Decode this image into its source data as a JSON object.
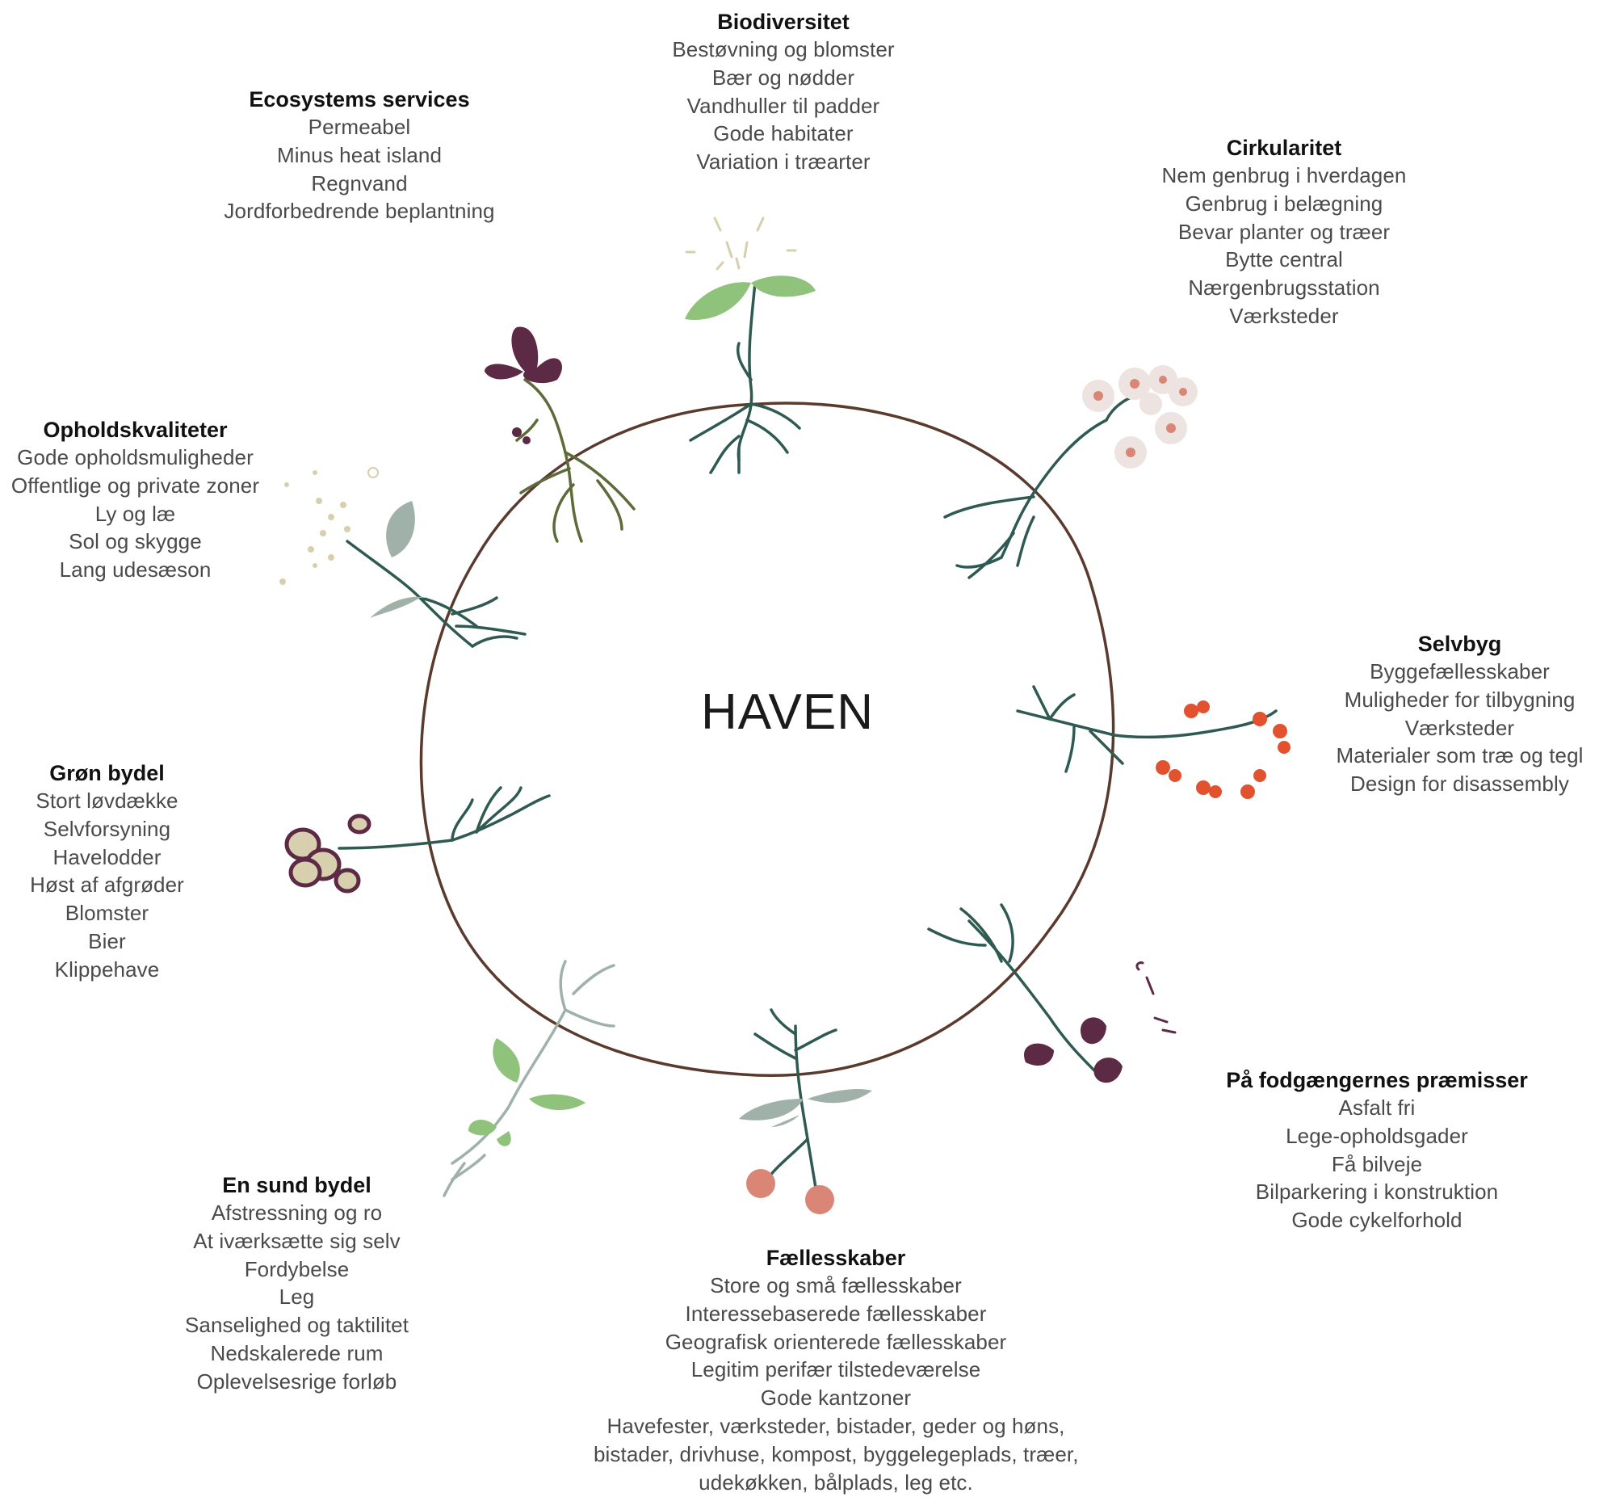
{
  "center": "HAVEN",
  "colors": {
    "circle": "#5b3a2e",
    "stem": "#2f5a52",
    "leaf_green": "#8fc27a",
    "leaf_grey": "#9fb1a8",
    "plum": "#5c2a45",
    "berry_pink": "#f1dede",
    "red_flower": "#e2522f",
    "cherry": "#d98677",
    "cream": "#d7cfae"
  },
  "groups": [
    {
      "title": "Biodiversitet",
      "items": [
        "Bestøvning og blomster",
        "Bær og nødder",
        "Vandhuller til padder",
        "Gode habitater",
        "Variation i træarter"
      ]
    },
    {
      "title": "Ecosystems services",
      "items": [
        "Permeabel",
        "Minus heat island",
        "Regnvand",
        "Jordforbedrende beplantning"
      ]
    },
    {
      "title": "Cirkularitet",
      "items": [
        "Nem genbrug i hverdagen",
        "Genbrug i belægning",
        "Bevar planter og træer",
        "Bytte central",
        "Nærgenbrugsstation",
        "Værksteder"
      ]
    },
    {
      "title": "Opholdskvaliteter",
      "items": [
        "Gode opholdsmuligheder",
        "Offentlige og private zoner",
        "Ly og læ",
        "Sol og skygge",
        "Lang udesæson"
      ]
    },
    {
      "title": "Selvbyg",
      "items": [
        "Byggefællesskaber",
        "Muligheder for tilbygning",
        "Værksteder",
        "Materialer som træ og tegl",
        "Design for disassembly"
      ]
    },
    {
      "title": "Grøn bydel",
      "items": [
        "Stort løvdække",
        "Selvforsyning",
        "Havelodder",
        "Høst af afgrøder",
        "Blomster",
        "Bier",
        "Klippehave"
      ]
    },
    {
      "title": "På fodgængernes præmisser",
      "items": [
        "Asfalt fri",
        "Lege-opholdsgader",
        "Få bilveje",
        "Bilparkering i konstruktion",
        "Gode cykelforhold"
      ]
    },
    {
      "title": "En sund bydel",
      "items": [
        "Afstressning og ro",
        "At iværksætte sig selv",
        "Fordybelse",
        "Leg",
        "Sanselighed og taktilitet",
        "Nedskalerede rum",
        "Oplevelsesrige forløb"
      ]
    },
    {
      "title": "Fællesskaber",
      "items": [
        "Store og små fællesskaber",
        "Interessebaserede fællesskaber",
        "Geografisk orienterede fællesskaber",
        "Legitim perifær tilstedeværelse",
        "Gode kantzoner",
        "Havefester, værksteder, bistader, geder og høns,",
        "bistader, drivhuse, kompost, byggelegeplads, træer,",
        "udekøkken, bålplads, leg etc."
      ]
    }
  ]
}
